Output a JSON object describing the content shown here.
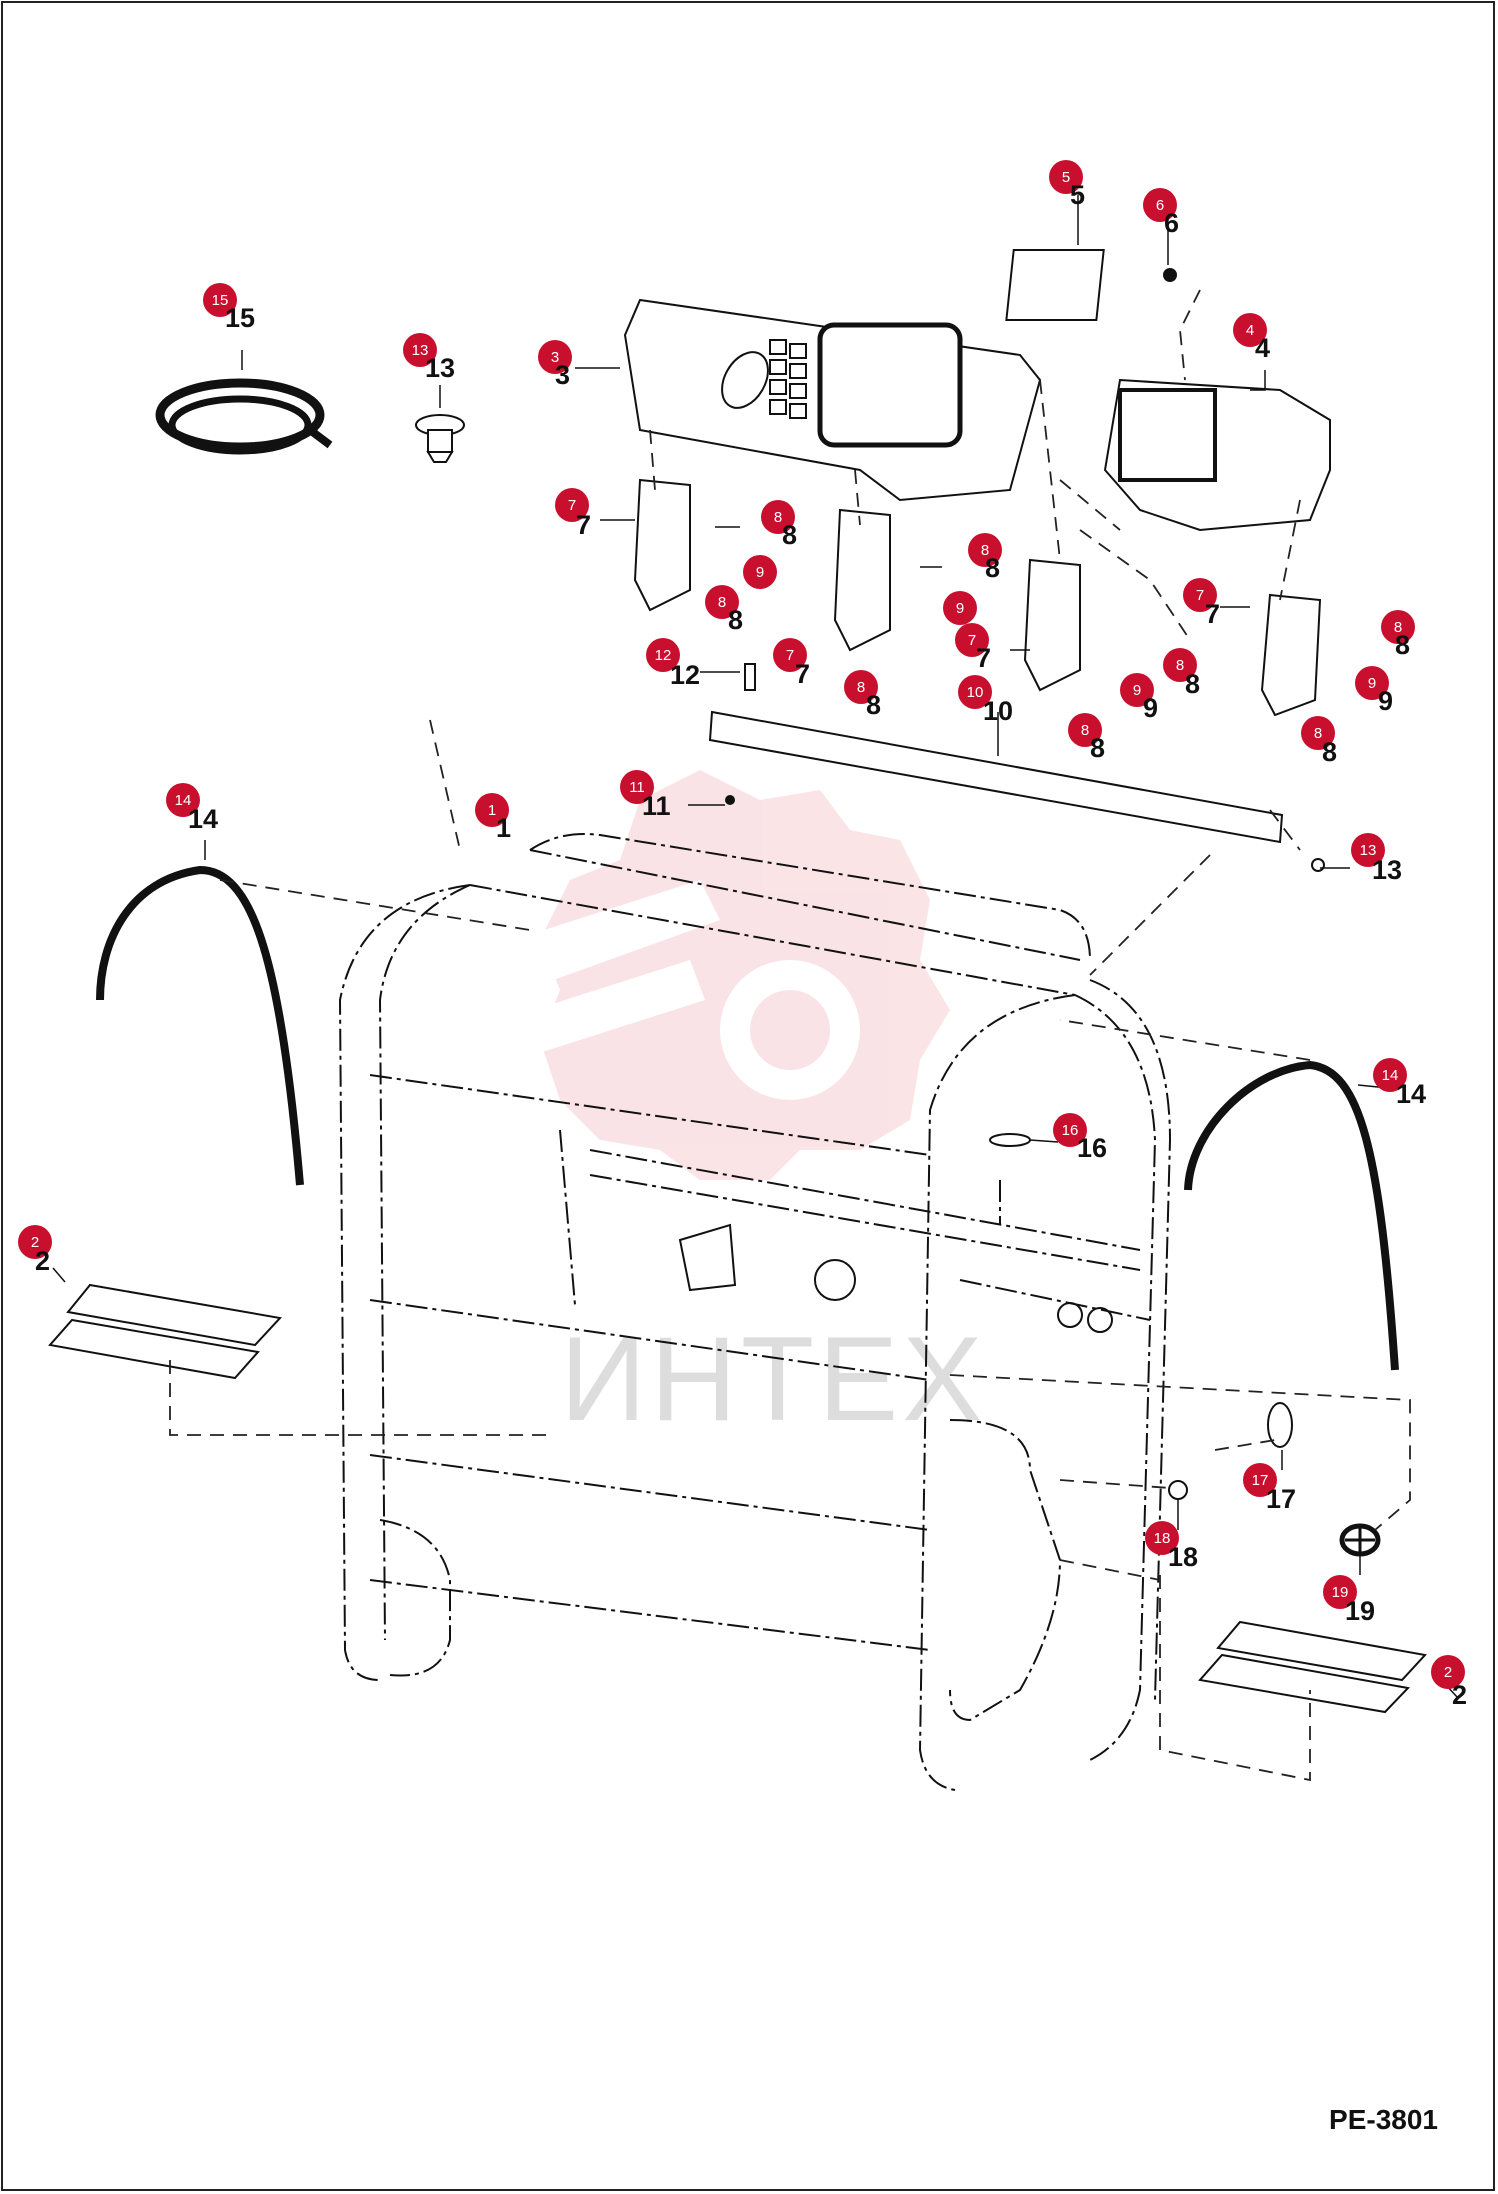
{
  "page_code": "PE-3801",
  "watermark_text": "ИНТЕХ",
  "colors": {
    "callout": "#c8102e",
    "watermark": "#f2b8bd",
    "line": "#111111"
  },
  "callouts": [
    {
      "num": "1",
      "label": "1"
    },
    {
      "num": "2",
      "label": "2"
    },
    {
      "num": "2",
      "label": "2"
    },
    {
      "num": "3",
      "label": "3"
    },
    {
      "num": "4",
      "label": "4"
    },
    {
      "num": "5",
      "label": "5"
    },
    {
      "num": "6",
      "label": "6"
    },
    {
      "num": "7",
      "label": "7"
    },
    {
      "num": "7",
      "label": "7"
    },
    {
      "num": "7",
      "label": "7"
    },
    {
      "num": "7",
      "label": "7"
    },
    {
      "num": "8",
      "label": "8"
    },
    {
      "num": "8",
      "label": "8"
    },
    {
      "num": "8",
      "label": "8"
    },
    {
      "num": "8",
      "label": "8"
    },
    {
      "num": "8",
      "label": "8"
    },
    {
      "num": "8",
      "label": "8"
    },
    {
      "num": "8",
      "label": "8"
    },
    {
      "num": "9",
      "label": "9"
    },
    {
      "num": "9",
      "label": "9"
    },
    {
      "num": "9",
      "label": "9"
    },
    {
      "num": "9",
      "label": "9"
    },
    {
      "num": "10",
      "label": "10"
    },
    {
      "num": "11",
      "label": "11"
    },
    {
      "num": "12",
      "label": "12"
    },
    {
      "num": "13",
      "label": "13"
    },
    {
      "num": "13",
      "label": "13"
    },
    {
      "num": "14",
      "label": "14"
    },
    {
      "num": "14",
      "label": "14"
    },
    {
      "num": "15",
      "label": "15"
    },
    {
      "num": "16",
      "label": "16"
    },
    {
      "num": "17",
      "label": "17"
    },
    {
      "num": "18",
      "label": "18"
    },
    {
      "num": "19",
      "label": "19"
    }
  ]
}
